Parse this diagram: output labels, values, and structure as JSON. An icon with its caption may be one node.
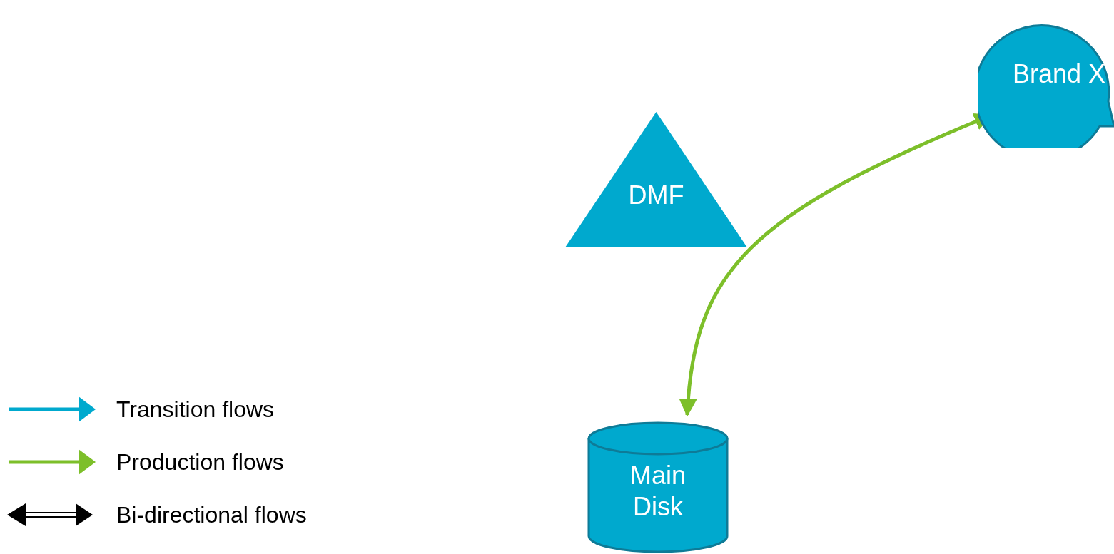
{
  "diagram": {
    "nodes": [
      {
        "text": [
          "DMF"
        ]
      },
      {
        "text": [
          "Brand X"
        ]
      },
      {
        "text": [
          "Main Disk"
        ]
      }
    ],
    "edges": [
      {
        "from": 2,
        "to": 1,
        "arrow": "both"
      }
    ],
    "legend": [
      {
        "text": "Transition flows"
      },
      {
        "text": "Production flows"
      },
      {
        "text": "Bi-directional flows"
      }
    ]
  }
}
